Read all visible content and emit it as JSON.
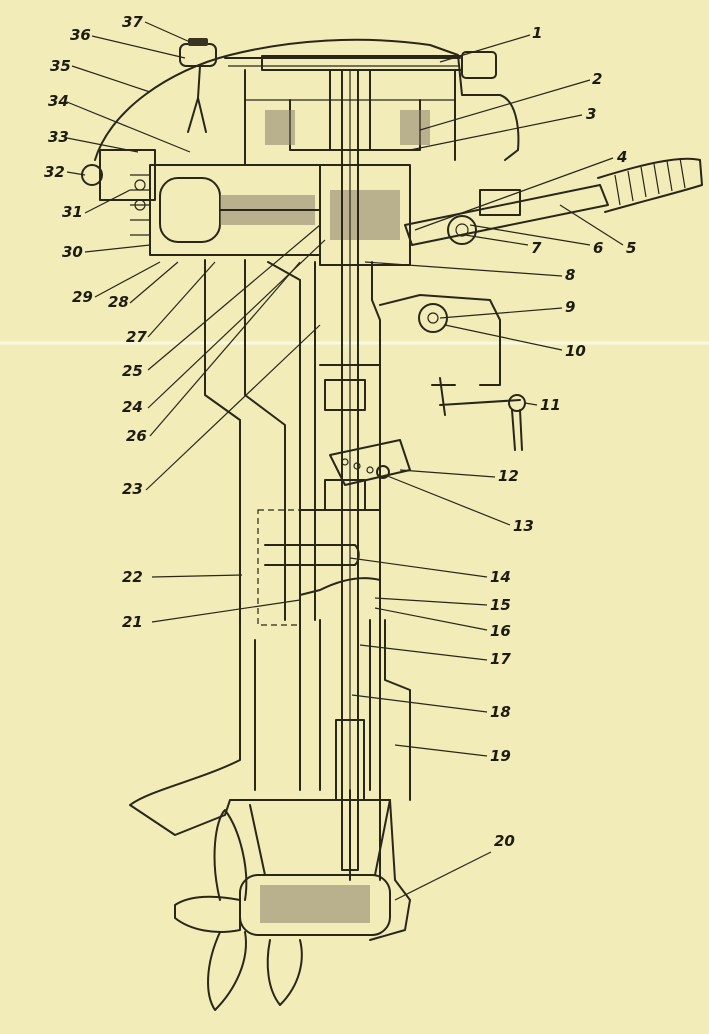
{
  "colors": {
    "paper": "#f1ecb8",
    "ink": "#2a261a"
  },
  "callouts": {
    "c1": "1",
    "c2": "2",
    "c3": "3",
    "c4": "4",
    "c5": "5",
    "c6": "6",
    "c7": "7",
    "c8": "8",
    "c9": "9",
    "c10": "10",
    "c11": "11",
    "c12": "12",
    "c13": "13",
    "c14": "14",
    "c15": "15",
    "c16": "16",
    "c17": "17",
    "c18": "18",
    "c19": "19",
    "c20": "20",
    "c21": "21",
    "c22": "22",
    "c23": "23",
    "c24": "24",
    "c25": "25",
    "c26": "26",
    "c27": "27",
    "c28": "28",
    "c29": "29",
    "c30": "30",
    "c31": "31",
    "c32": "32",
    "c33": "33",
    "c34": "34",
    "c35": "35",
    "c36": "36",
    "c37": "37"
  }
}
